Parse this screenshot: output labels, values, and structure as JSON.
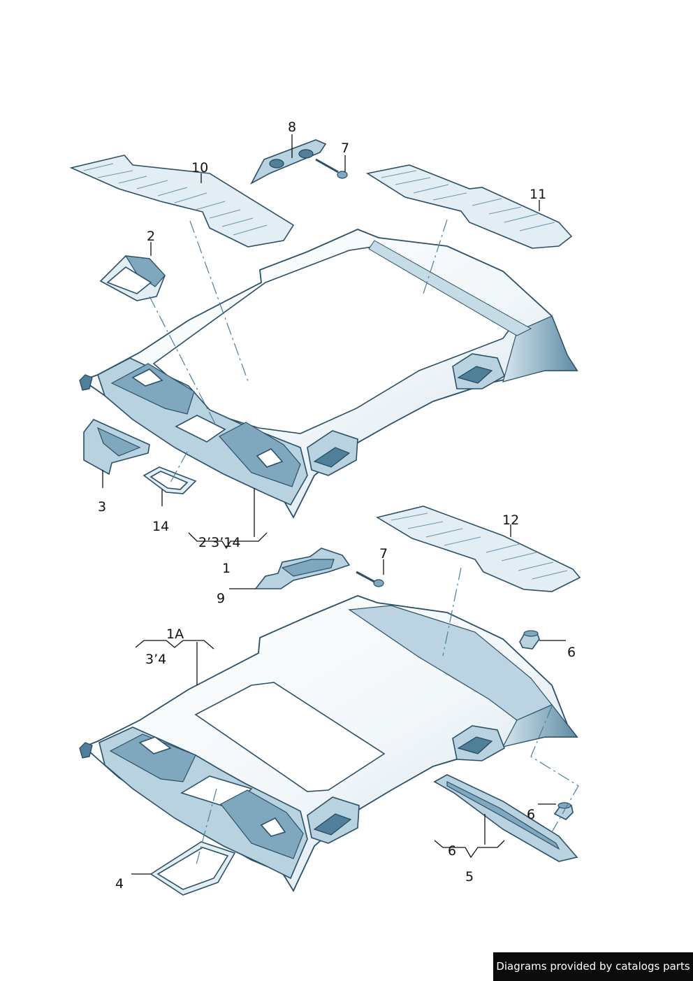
{
  "callouts": {
    "c1": "1",
    "c1A": "1A",
    "c2": "2",
    "c3": "3",
    "c4": "4",
    "c5": "5",
    "c6a": "6",
    "c6b": "6",
    "c6c": "6",
    "c7a": "7",
    "c7b": "7",
    "c8": "8",
    "c9": "9",
    "c10": "10",
    "c11": "11",
    "c12": "12",
    "c14": "14",
    "c2_3_14": "2’3’14",
    "c3_4": "3’4"
  },
  "footer": "Diagrams provided by catalogs parts",
  "icons": [
    "headliner-with-sunroof",
    "headliner-without-sunroof",
    "sound-insulation-mat",
    "screw-icon",
    "clip-icon",
    "grab-handle-bracket",
    "trim-strip"
  ],
  "colors": {
    "line": "#2a4f66",
    "fill_light": "#e3eef4",
    "fill_shadow": "#7fa8bf",
    "footer_bg": "#0b0b0b"
  }
}
